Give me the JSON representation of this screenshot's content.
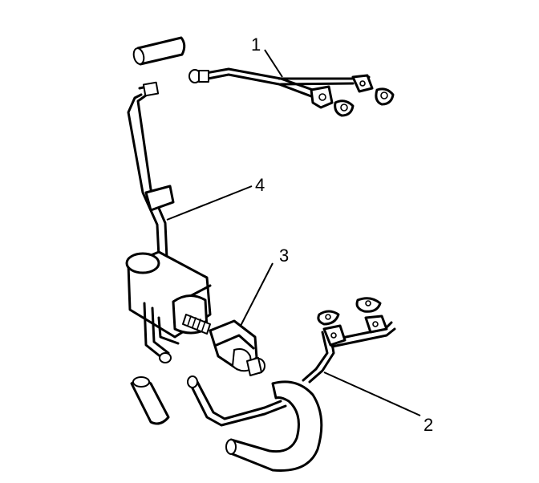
{
  "callouts": [
    {
      "id": "1",
      "label": "1"
    },
    {
      "id": "2",
      "label": "2"
    },
    {
      "id": "3",
      "label": "3"
    },
    {
      "id": "4",
      "label": "4"
    }
  ],
  "colors": {
    "ink": "#000000",
    "background": "#ffffff"
  }
}
